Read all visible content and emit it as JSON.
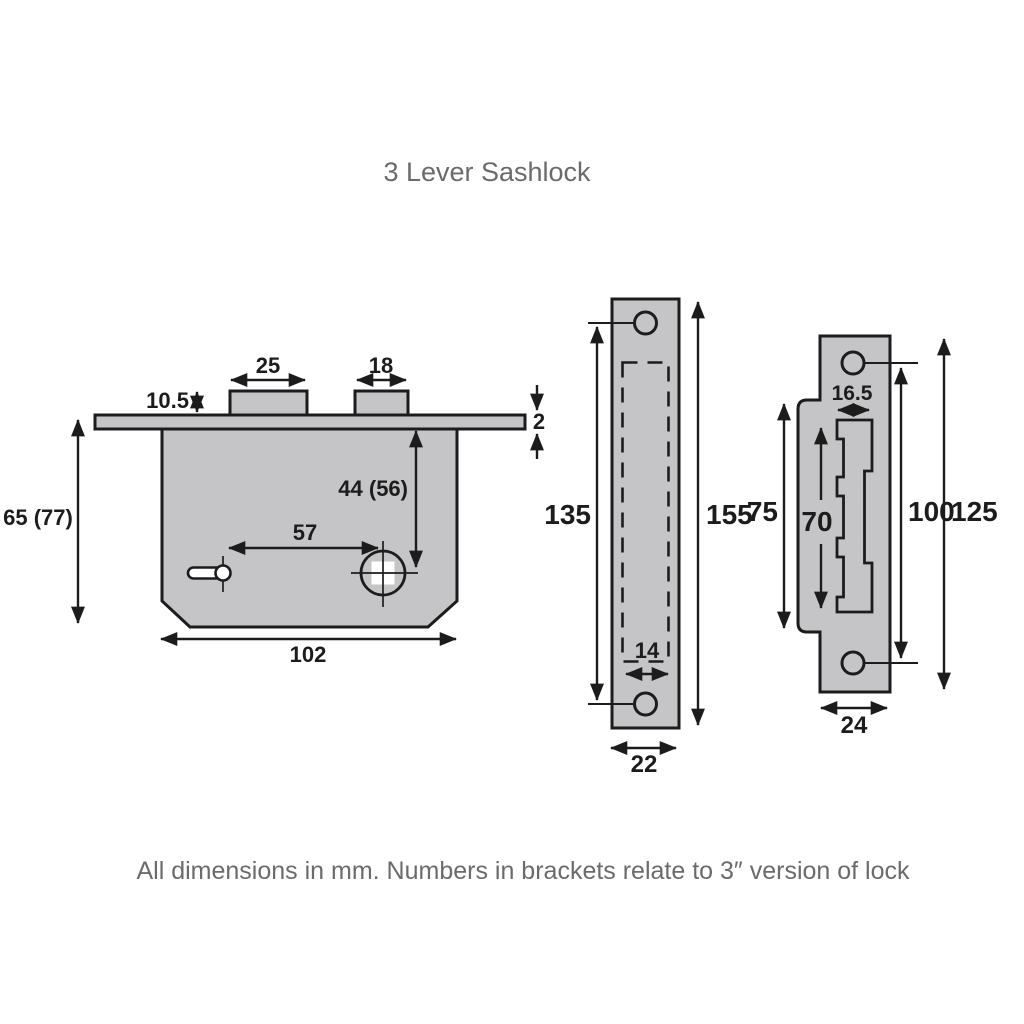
{
  "title": "3 Lever Sashlock",
  "footnote": "All dimensions in mm. Numbers in brackets relate to 3″ version of lock",
  "units": "mm",
  "colors": {
    "background": "#ffffff",
    "metal_fill": "#c5c5c7",
    "line": "#1c1c1c",
    "muted_text": "#6b6b6b"
  },
  "views": {
    "lock_body": {
      "dims": {
        "latch_width": "25",
        "deadbolt_width": "18",
        "bolt_projection": "10.5",
        "faceplate_thickness": "2",
        "spindle_height": "44 (56)",
        "keyhole_to_spindle": "57",
        "case_height": "65 (77)",
        "case_length": "102"
      }
    },
    "faceplate": {
      "dims": {
        "screw_centres": "135",
        "height": "155",
        "case_depth": "14",
        "width": "22"
      }
    },
    "strike_plate": {
      "dims": {
        "cutout_width": "16.5",
        "box_height": "75",
        "cutout_height": "70",
        "screw_centres": "100",
        "height": "125",
        "width": "24"
      }
    }
  }
}
